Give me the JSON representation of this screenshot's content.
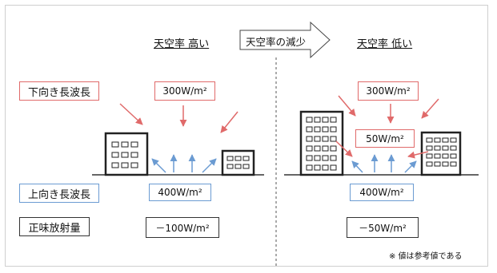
{
  "left_heading": "天空率 高い",
  "right_heading": "天空率 低い",
  "center_arrow_text": "天空率の減少",
  "row_labels": {
    "down": "下向き長波長",
    "up": "上向き長波長",
    "net": "正味放射量"
  },
  "left": {
    "down_value": "300W/m²",
    "up_value": "400W/m²",
    "net_value": "－100W/m²"
  },
  "right": {
    "down_value": "300W/m²",
    "wall_value": "50W/m²",
    "up_value": "400W/m²",
    "net_value": "－50W/m²"
  },
  "note": "※ 値は参考値である",
  "colors": {
    "red": "#e06a6a",
    "blue": "#6b9bd2",
    "black": "#222222"
  }
}
